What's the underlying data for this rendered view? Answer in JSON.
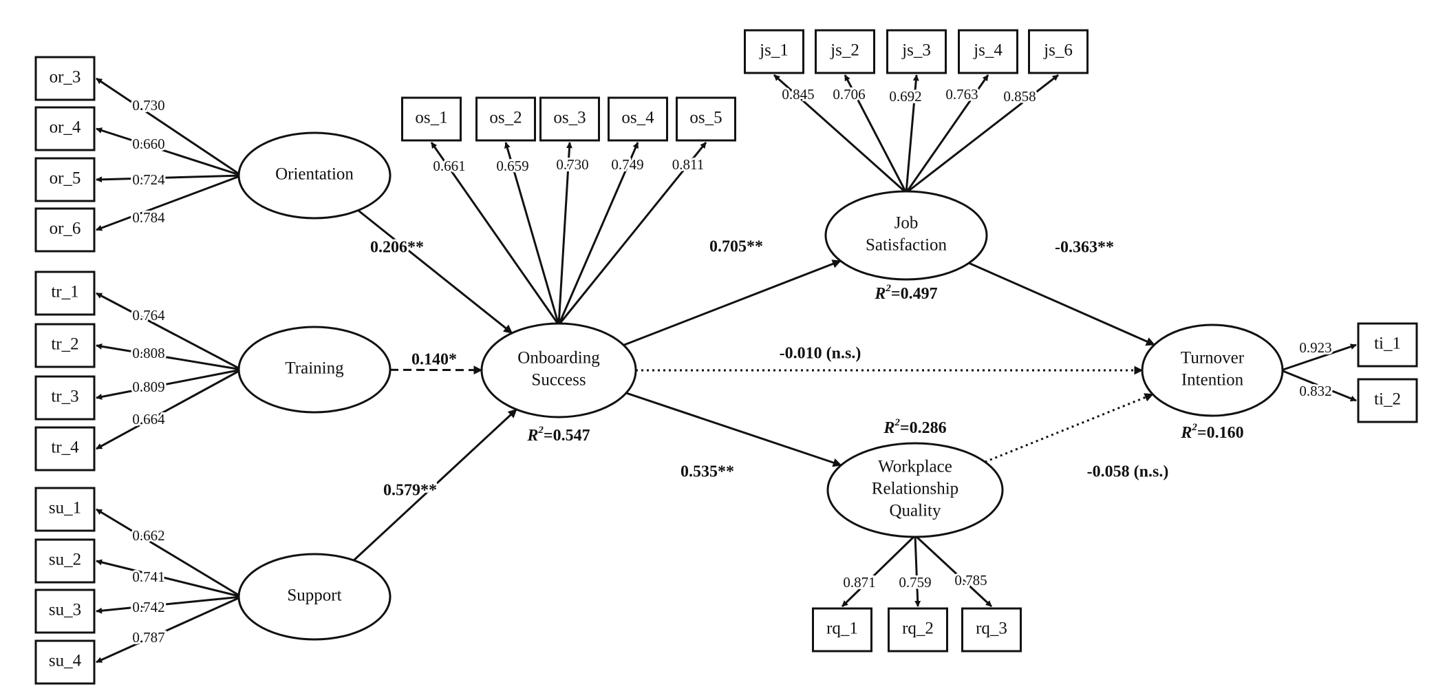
{
  "constructs": {
    "or": {
      "label": [
        "Orientation"
      ]
    },
    "tr": {
      "label": [
        "Training"
      ]
    },
    "su": {
      "label": [
        "Support"
      ]
    },
    "os": {
      "label": [
        "Onboarding",
        "Success"
      ],
      "r2": "0.547"
    },
    "js": {
      "label": [
        "Job",
        "Satisfaction"
      ],
      "r2": "0.497"
    },
    "rq": {
      "label": [
        "Workplace",
        "Relationship",
        "Quality"
      ],
      "r2": "0.286"
    },
    "ti": {
      "label": [
        "Turnover",
        "Intention"
      ],
      "r2": "0.160"
    }
  },
  "r2_symbol": "R",
  "r2_exponent": "2",
  "indicators": {
    "or": [
      {
        "label": "or_3",
        "loading": "0.730"
      },
      {
        "label": "or_4",
        "loading": "0.660"
      },
      {
        "label": "or_5",
        "loading": "0.724"
      },
      {
        "label": "or_6",
        "loading": "0.784"
      }
    ],
    "tr": [
      {
        "label": "tr_1",
        "loading": "0.764"
      },
      {
        "label": "tr_2",
        "loading": "0.808"
      },
      {
        "label": "tr_3",
        "loading": "0.809"
      },
      {
        "label": "tr_4",
        "loading": "0.664"
      }
    ],
    "su": [
      {
        "label": "su_1",
        "loading": "0.662"
      },
      {
        "label": "su_2",
        "loading": "0.741"
      },
      {
        "label": "su_3",
        "loading": "0.742"
      },
      {
        "label": "su_4",
        "loading": "0.787"
      }
    ],
    "os": [
      {
        "label": "os_1",
        "loading": "0.661"
      },
      {
        "label": "os_2",
        "loading": "0.659"
      },
      {
        "label": "os_3",
        "loading": "0.730"
      },
      {
        "label": "os_4",
        "loading": "0.749"
      },
      {
        "label": "os_5",
        "loading": "0.811"
      }
    ],
    "js": [
      {
        "label": "js_1",
        "loading": "0.845"
      },
      {
        "label": "js_2",
        "loading": "0.706"
      },
      {
        "label": "js_3",
        "loading": "0.692"
      },
      {
        "label": "js_4",
        "loading": "0.763"
      },
      {
        "label": "js_6",
        "loading": "0.858"
      }
    ],
    "rq": [
      {
        "label": "rq_1",
        "loading": "0.871"
      },
      {
        "label": "rq_2",
        "loading": "0.759"
      },
      {
        "label": "rq_3",
        "loading": "0.785"
      }
    ],
    "ti": [
      {
        "label": "ti_1",
        "loading": "0.923"
      },
      {
        "label": "ti_2",
        "loading": "0.832"
      }
    ]
  },
  "paths": [
    {
      "from": "or",
      "to": "os",
      "coef": "0.206**",
      "style": "solid"
    },
    {
      "from": "tr",
      "to": "os",
      "coef": "0.140*",
      "style": "dashed"
    },
    {
      "from": "su",
      "to": "os",
      "coef": "0.579**",
      "style": "solid"
    },
    {
      "from": "os",
      "to": "js",
      "coef": "0.705**",
      "style": "solid"
    },
    {
      "from": "os",
      "to": "rq",
      "coef": "0.535**",
      "style": "solid"
    },
    {
      "from": "os",
      "to": "ti",
      "coef": "-0.010 (n.s.)",
      "style": "dotted"
    },
    {
      "from": "js",
      "to": "ti",
      "coef": "-0.363**",
      "style": "solid"
    },
    {
      "from": "rq",
      "to": "ti",
      "coef": "-0.058 (n.s.)",
      "style": "dotted"
    }
  ]
}
